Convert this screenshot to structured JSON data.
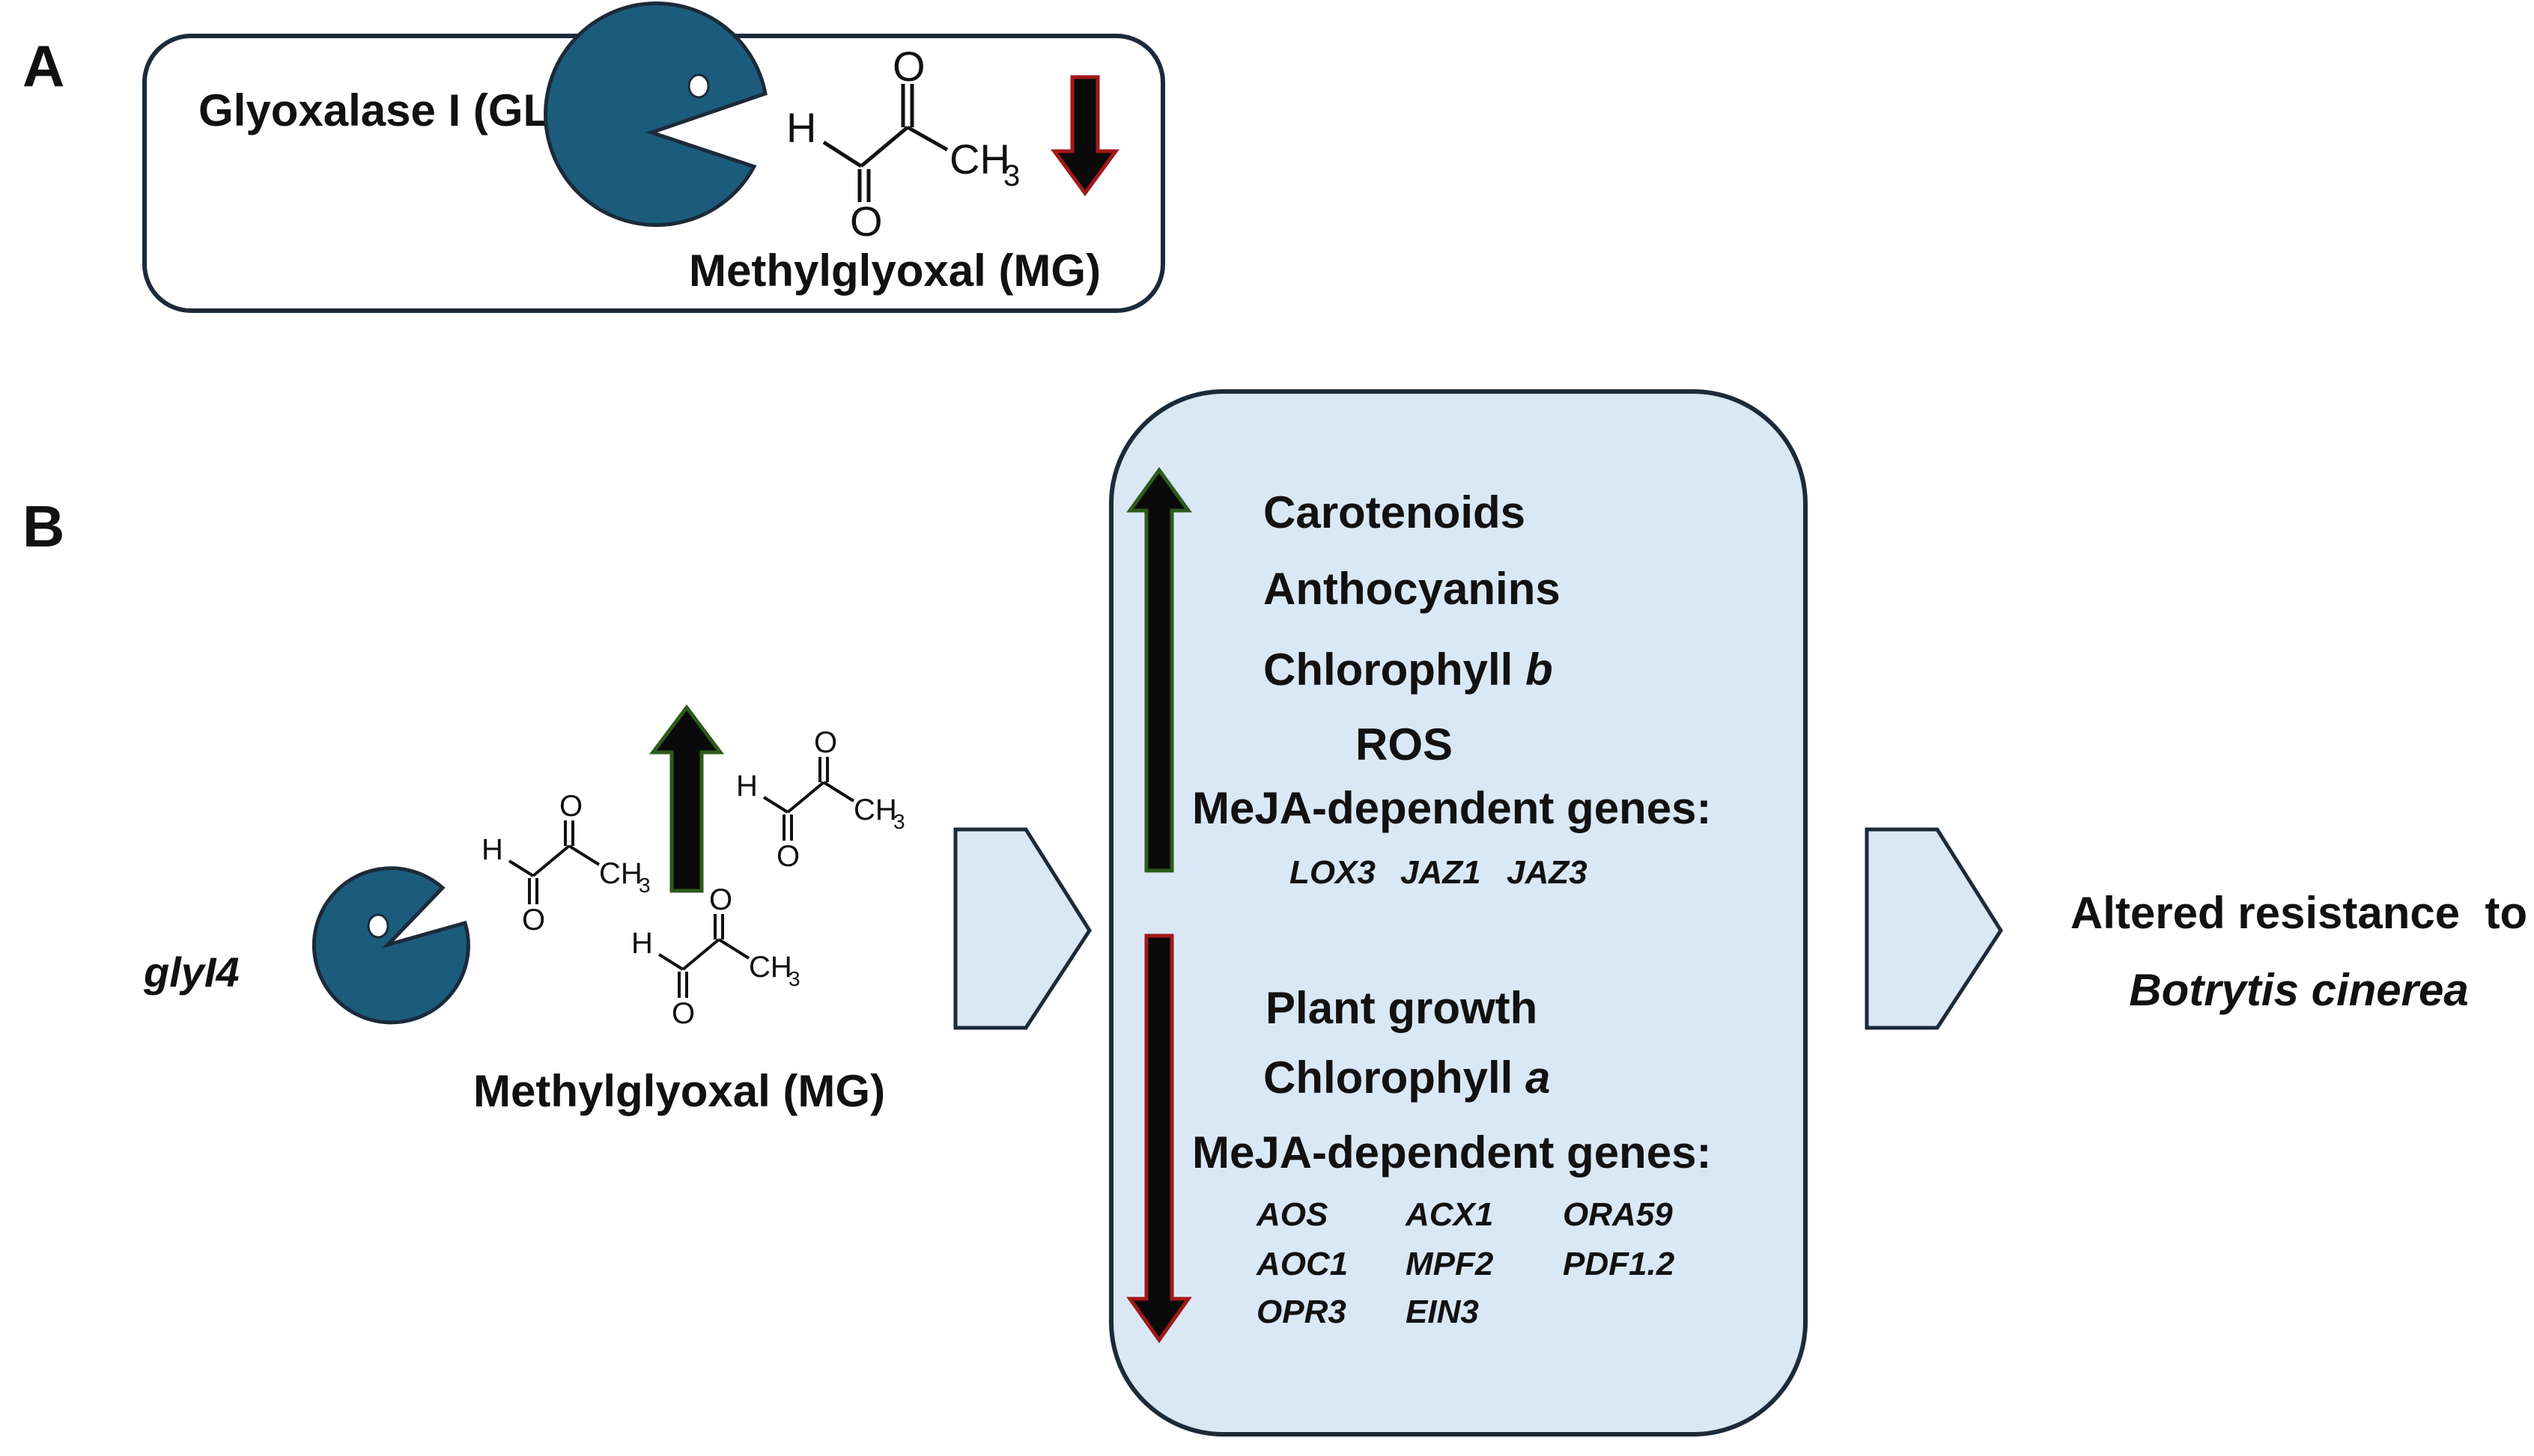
{
  "colors": {
    "enzyme_fill": "#1b5c7c",
    "arrow_fill": "#0a0a0a",
    "up_outline": "#2e5a1c",
    "down_outline": "#a11818",
    "panel_fill": "#dae8f6",
    "chevron_fill": "#dae8f6",
    "outline": "#1c2a3a"
  },
  "icons": {
    "enzyme": "pacman-enzyme-icon",
    "up": "up-arrow-icon",
    "down": "down-arrow-icon"
  },
  "panel_a": {
    "label": "A",
    "enzyme_label": "Glyoxalase I (GLYI)",
    "compound_label": "Methylglyoxal (MG)",
    "chem": {
      "H": "H",
      "O": "O",
      "CH": "CH",
      "sub3": "3"
    }
  },
  "panel_b": {
    "label": "B",
    "mutant_label": "glyI4",
    "compound_label": "Methylglyoxal (MG)",
    "up_items": {
      "carotenoids": "Carotenoids",
      "anthocyanins": "Anthocyanins",
      "chlorophyll_b": "Chlorophyll ",
      "chlorophyll_b_letter": "b",
      "ros": "ROS",
      "meja_heading": "MeJA-dependent genes:",
      "genes": [
        "LOX3",
        "JAZ1",
        "JAZ3"
      ]
    },
    "down_items": {
      "plant_growth": "Plant growth",
      "chlorophyll_a": "Chlorophyll ",
      "chlorophyll_a_letter": "a",
      "meja_heading": "MeJA-dependent genes:",
      "genes": [
        "AOS",
        "ACX1",
        "ORA59",
        "AOC1",
        "MPF2",
        "PDF1.2",
        "OPR3",
        "EIN3"
      ]
    },
    "outcome": {
      "line1": "Altered resistance  to",
      "line2": "Botrytis cinerea"
    }
  }
}
